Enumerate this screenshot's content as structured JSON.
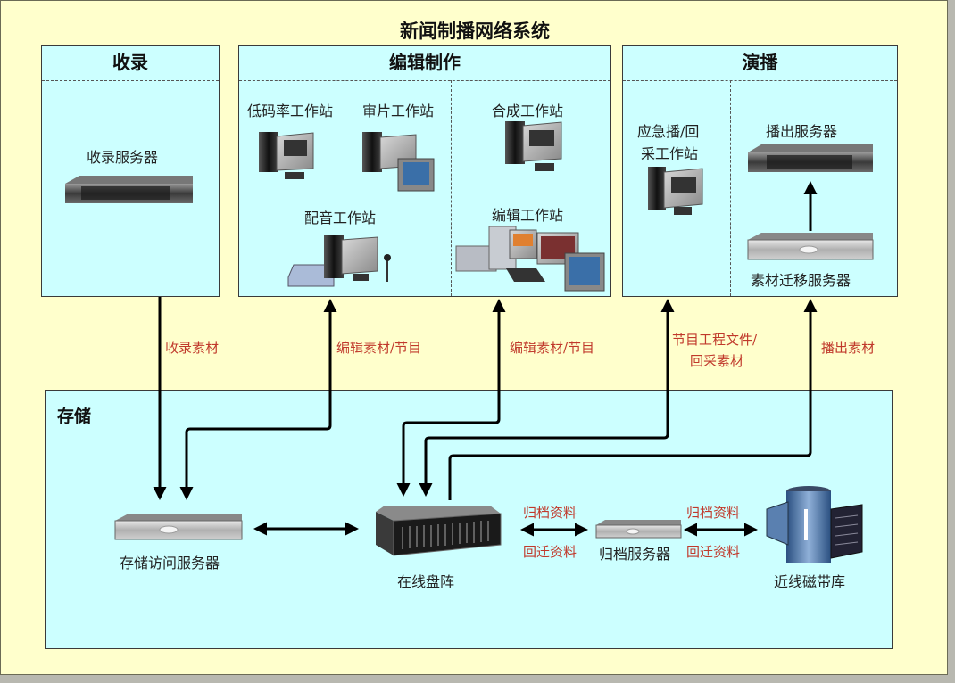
{
  "title": "新闻制播网络系统",
  "panels": {
    "ingest": {
      "heading": "收录",
      "devices": [
        {
          "label": "收录服务器",
          "icon": "rack-server-icon"
        }
      ]
    },
    "editing": {
      "heading": "编辑制作",
      "devices": [
        {
          "label": "低码率工作站",
          "icon": "workstation-icon"
        },
        {
          "label": "审片工作站",
          "icon": "workstation-monitor-icon"
        },
        {
          "label": "配音工作站",
          "icon": "dubbing-workstation-icon"
        },
        {
          "label": "合成工作站",
          "icon": "workstation-icon"
        },
        {
          "label": "编辑工作站",
          "icon": "editing-suite-icon"
        }
      ]
    },
    "playout": {
      "heading": "演播",
      "devices": [
        {
          "label_line1": "应急播/回",
          "label_line2": "采工作站",
          "icon": "workstation-icon"
        },
        {
          "label": "播出服务器",
          "icon": "rack-server-icon"
        },
        {
          "label": "素材迁移服务器",
          "icon": "rack-server-icon"
        }
      ]
    },
    "storage": {
      "heading": "存储",
      "devices": [
        {
          "label": "存储访问服务器",
          "icon": "rack-server-icon"
        },
        {
          "label": "在线盘阵",
          "icon": "disk-array-icon"
        },
        {
          "label": "归档服务器",
          "icon": "rack-server-icon"
        },
        {
          "label": "近线磁带库",
          "icon": "tape-library-icon"
        }
      ]
    }
  },
  "flows": {
    "ingest_material": "收录素材",
    "edit_material_1": "编辑素材/节目",
    "edit_material_2": "编辑素材/节目",
    "project_files_line1": "节目工程文件/",
    "project_files_line2": "回采素材",
    "playout_material": "播出素材",
    "archive_1": "归档资料",
    "restore_1": "回迁资料",
    "archive_2": "归档资料",
    "restore_2": "回迁资料"
  },
  "colors": {
    "background": "#ffffcc",
    "panel": "#ccffff",
    "flow_label": "#c0392b",
    "arrow": "#000000"
  }
}
